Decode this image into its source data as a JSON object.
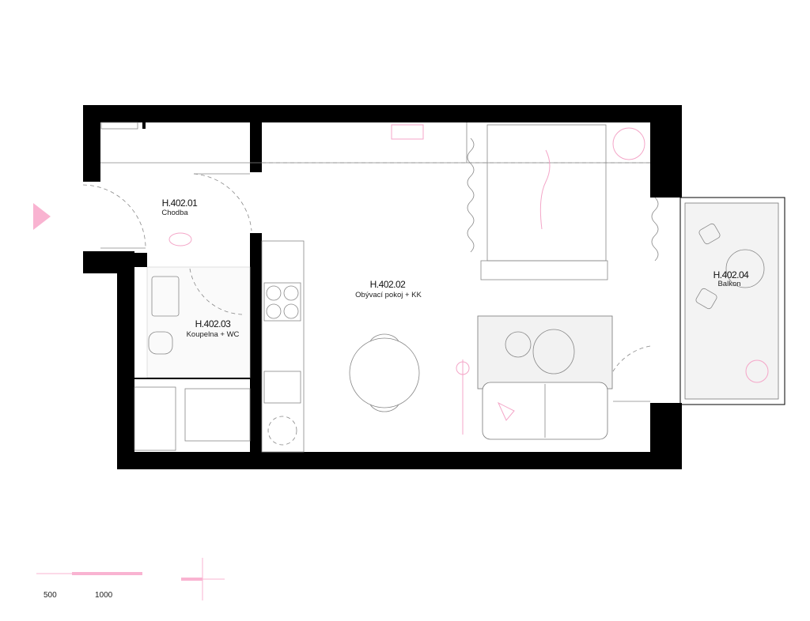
{
  "rooms": [
    {
      "code": "H.402.01",
      "name": "Chodba"
    },
    {
      "code": "H.402.02",
      "name": "Obývací pokoj + KK"
    },
    {
      "code": "H.402.03",
      "name": "Koupelna + WC"
    },
    {
      "code": "H.402.04",
      "name": "Balkon"
    }
  ],
  "scale_bar": {
    "labels": [
      "500",
      "1000"
    ]
  },
  "colors": {
    "wall": "#000000",
    "accent": "#f9b3d1",
    "line": "#888888"
  },
  "icons": [
    "entrance-arrow-icon",
    "north-cross-icon"
  ]
}
